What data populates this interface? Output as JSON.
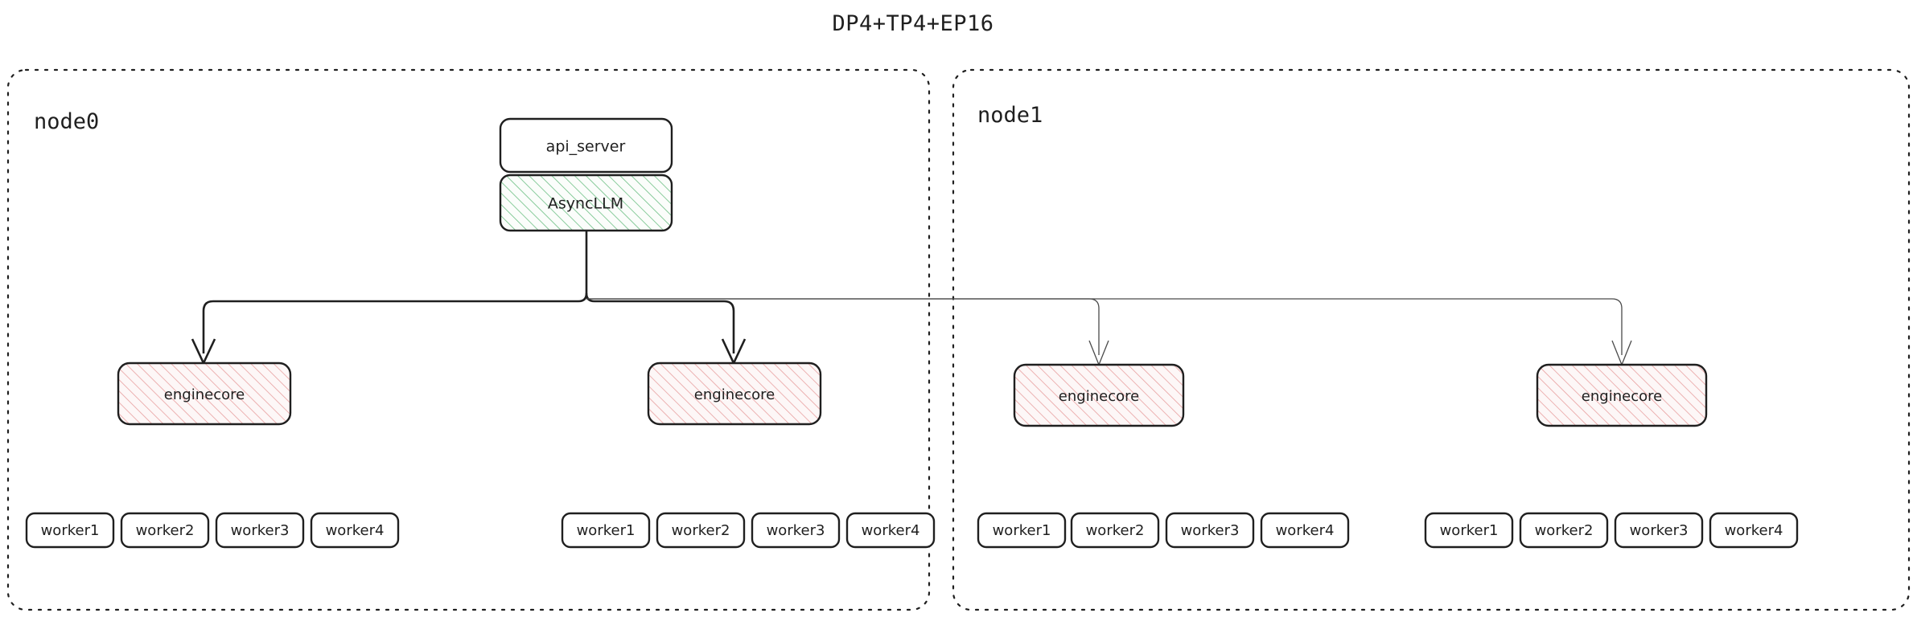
{
  "title": "DP4+TP4+EP16",
  "colors": {
    "stroke": "#1f1f1f",
    "edge_thin": "#4a4a4a",
    "hatch_green": "#6cbf84",
    "hatch_pink": "#e8a0a0",
    "background": "#ffffff"
  },
  "clusters": [
    {
      "id": "node0",
      "label": "node0"
    },
    {
      "id": "node1",
      "label": "node1"
    }
  ],
  "nodes": {
    "api_server": {
      "label": "api_server",
      "style": "plain"
    },
    "async_llm": {
      "label": "AsyncLLM",
      "style": "green-hatched"
    },
    "enginecore_n0_a": {
      "label": "enginecore",
      "style": "pink-hatched"
    },
    "enginecore_n0_b": {
      "label": "enginecore",
      "style": "pink-hatched"
    },
    "enginecore_n1_a": {
      "label": "enginecore",
      "style": "pink-hatched"
    },
    "enginecore_n1_b": {
      "label": "enginecore",
      "style": "pink-hatched"
    }
  },
  "worker_groups": [
    {
      "group": "node0-group-a",
      "workers": [
        "worker1",
        "worker2",
        "worker3",
        "worker4"
      ]
    },
    {
      "group": "node0-group-b",
      "workers": [
        "worker1",
        "worker2",
        "worker3",
        "worker4"
      ]
    },
    {
      "group": "node1-group-a",
      "workers": [
        "worker1",
        "worker2",
        "worker3",
        "worker4"
      ]
    },
    {
      "group": "node1-group-b",
      "workers": [
        "worker1",
        "worker2",
        "worker3",
        "worker4"
      ]
    }
  ],
  "edges": [
    {
      "from": "async_llm",
      "to": "enginecore_n0_a",
      "weight": "thick"
    },
    {
      "from": "async_llm",
      "to": "enginecore_n0_b",
      "weight": "thick"
    },
    {
      "from": "async_llm",
      "to": "enginecore_n1_a",
      "weight": "thin"
    },
    {
      "from": "async_llm",
      "to": "enginecore_n1_b",
      "weight": "thin"
    }
  ]
}
